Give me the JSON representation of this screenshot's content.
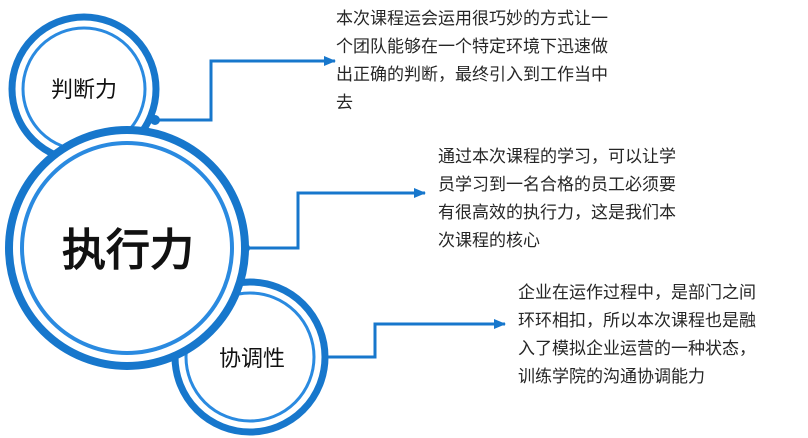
{
  "theme": {
    "ring_color": "#1777CC",
    "ring_inner_color": "#2A8AE0",
    "connector_color": "#1777CC",
    "text_color": "#262626",
    "label_color": "#111111"
  },
  "nodes": [
    {
      "id": "judgment",
      "label": "判断力",
      "description_lines": [
        "本次课程运会运用很巧妙的方式让一",
        "个团队能够在一个特定环境下迅速做",
        "出正确的判断，最终引入到工作当中",
        "去"
      ]
    },
    {
      "id": "execution",
      "label": "执行力",
      "description_lines": [
        "通过本次课程的学习，可以让学",
        "员学习到一名合格的员工必须要",
        "有很高效的执行力，这是我们本",
        "次课程的核心"
      ]
    },
    {
      "id": "coordination",
      "label": "协调性",
      "description_lines": [
        "企业在运作过程中，是部门之间",
        "环环相扣，所以本次课程也是融",
        "入了模拟企业运营的一种状态，",
        "训练学院的沟通协调能力"
      ]
    }
  ]
}
